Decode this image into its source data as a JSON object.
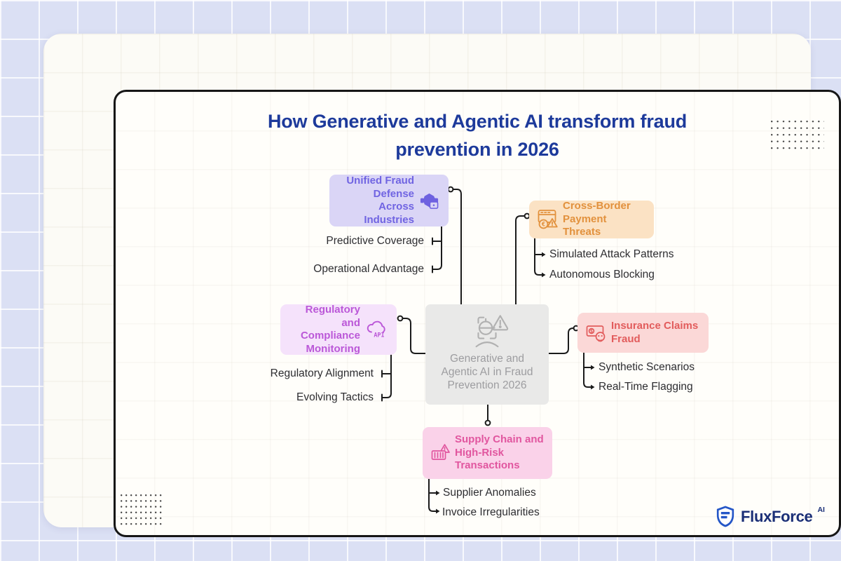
{
  "title": "How Generative and Agentic AI transform fraud prevention in 2026",
  "center_node": {
    "label": "Generative and Agentic AI in Fraud Prevention 2026",
    "icon": "ai-scan-warning-icon",
    "bg_color": "#e9e9e8",
    "text_color": "#9d9da0"
  },
  "branches": {
    "unified": {
      "label": "Unified Fraud Defense Across Industries",
      "icon": "network-lock-icon",
      "bg_color": "#dad5f6",
      "text_color": "#7064e2",
      "children": [
        "Predictive Coverage",
        "Operational Advantage"
      ]
    },
    "cross_border": {
      "label": "Cross-Border Payment Threats",
      "icon": "payment-browser-warning-icon",
      "bg_color": "#fbe2c4",
      "text_color": "#e2913d",
      "children": [
        "Simulated Attack Patterns",
        "Autonomous Blocking"
      ]
    },
    "regulatory": {
      "label": "Regulatory and Compliance Monitoring",
      "icon": "cloud-api-icon",
      "bg_color": "#f5e2fb",
      "text_color": "#bb58d8",
      "children": [
        "Regulatory Alignment",
        "Evolving Tactics"
      ]
    },
    "insurance": {
      "label": "Insurance Claims Fraud",
      "icon": "banknote-skull-icon",
      "bg_color": "#fbd8d7",
      "text_color": "#e25c5c",
      "children": [
        "Synthetic Scenarios",
        "Real-Time Flagging"
      ]
    },
    "supply_chain": {
      "label": "Supply Chain and High-Risk Transactions",
      "icon": "container-warning-icon",
      "bg_color": "#fad2e9",
      "text_color": "#e1569f",
      "children": [
        "Supplier Anomalies",
        "Invoice Irregularities"
      ]
    }
  },
  "logo": {
    "brand": "FluxForce",
    "suffix": "AI",
    "icon": "shield-logo-icon",
    "color": "#1b2f77"
  },
  "colors": {
    "title": "#1d3a9b",
    "connector": "#1b1b1b",
    "page_bg": "#dbe0f4"
  }
}
